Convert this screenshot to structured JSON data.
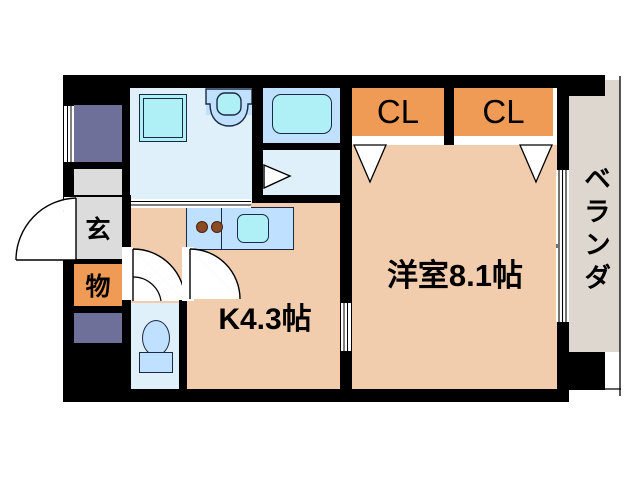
{
  "plan": {
    "type": "floor-plan",
    "layout_name": "1K",
    "background": "#ffffff",
    "colors": {
      "wall": "#000000",
      "room_floor": "#f2cdad",
      "wet_floor": "#e0f0fb",
      "wet_floor_alt": "#cfe4f8",
      "entry_floor": "#dcdcdc",
      "closet": "#ef9b55",
      "pipe_shaft": "#6f7099",
      "veranda": "#ded7cf",
      "fixture": "#aef0f5",
      "fixture_outline": "#1b2a44",
      "burner": "#8a4a22"
    }
  },
  "rooms": {
    "main_room": {
      "label": "洋室8.1帖",
      "size": "8.1",
      "unit": "帖",
      "kind": "western-room"
    },
    "kitchen": {
      "label": "K4.3帖",
      "size": "4.3",
      "unit": "帖",
      "kind": "kitchen"
    },
    "entrance": {
      "label": "玄",
      "kind": "entrance"
    },
    "storage": {
      "label": "物",
      "kind": "storage"
    },
    "veranda": {
      "label": "ベランダ",
      "kind": "balcony"
    }
  },
  "closets": [
    {
      "label": "CL",
      "position": "left"
    },
    {
      "label": "CL",
      "position": "right"
    }
  ],
  "fixtures": [
    {
      "name": "bathtub",
      "room": "bathroom"
    },
    {
      "name": "washbasin",
      "room": "bathroom"
    },
    {
      "name": "washing-machine-pan",
      "room": "washroom"
    },
    {
      "name": "toilet",
      "room": "toilet"
    },
    {
      "name": "stove-burners",
      "room": "kitchen",
      "count": 2
    },
    {
      "name": "kitchen-sink",
      "room": "kitchen"
    }
  ],
  "doors": [
    {
      "name": "entrance-door",
      "type": "swing-out"
    },
    {
      "name": "kitchen-door",
      "type": "swing"
    },
    {
      "name": "toilet-door",
      "type": "swing"
    },
    {
      "name": "bathroom-door",
      "type": "sliding-arrow"
    },
    {
      "name": "washroom-door",
      "type": "sliding-arrow"
    },
    {
      "name": "closet-door-left",
      "type": "folding"
    },
    {
      "name": "closet-door-right",
      "type": "folding"
    },
    {
      "name": "veranda-window",
      "type": "sliding-glass"
    },
    {
      "name": "room-window",
      "type": "sliding-glass"
    }
  ]
}
